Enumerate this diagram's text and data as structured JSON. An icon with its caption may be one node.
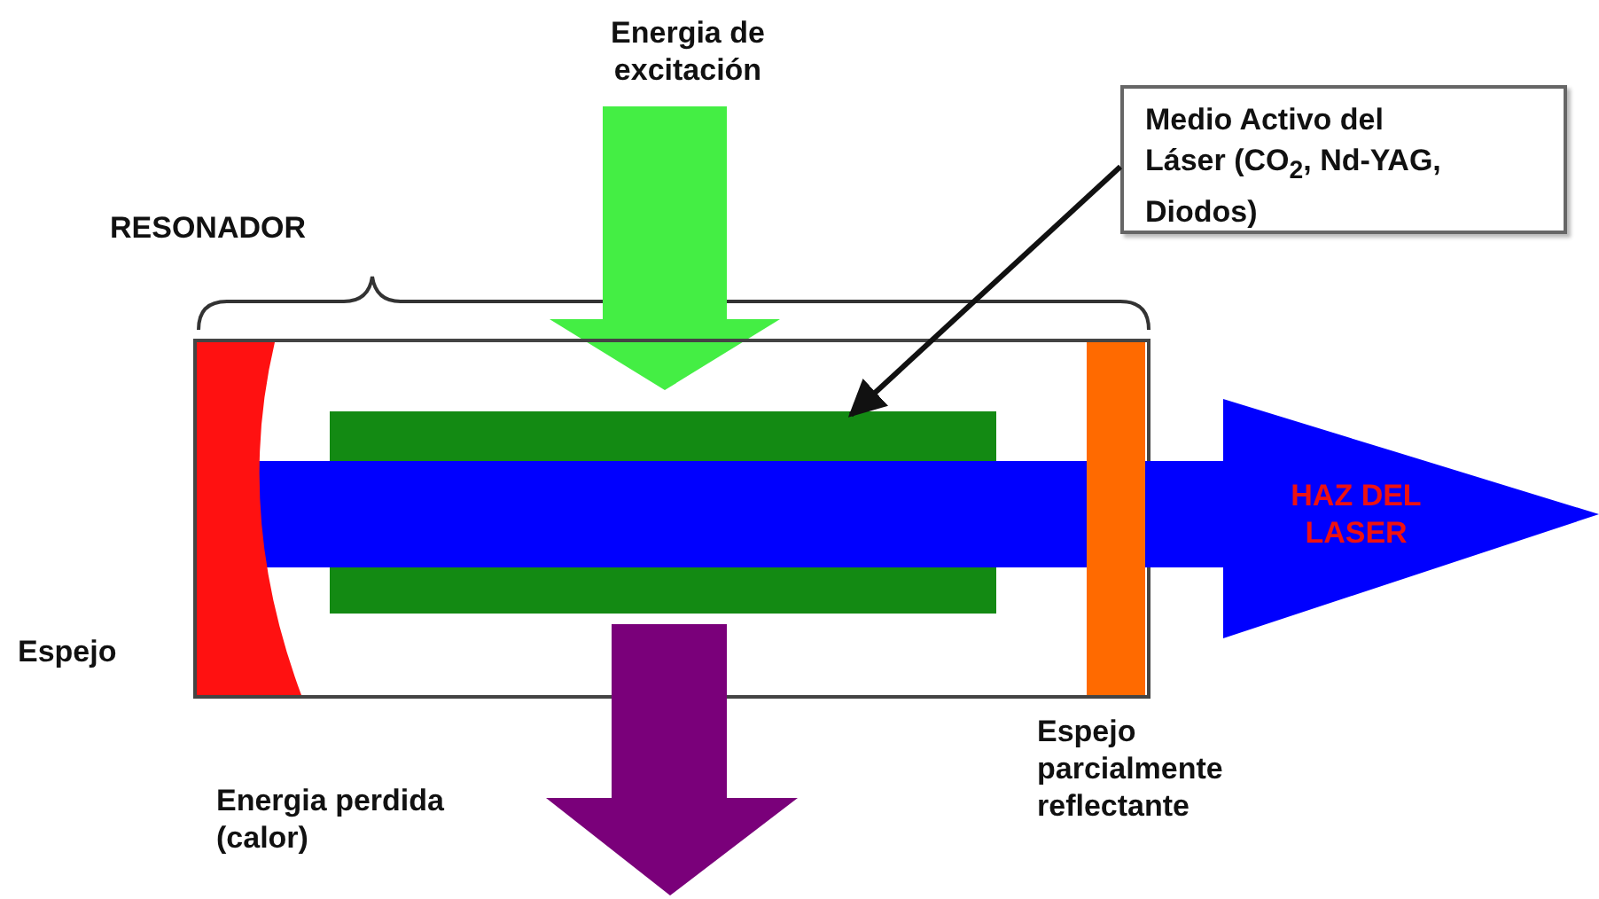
{
  "diagram": {
    "nodes": [
      {
        "text": [
          "Medio Activo del Láser (CO$_{2}$, Nd-YAG, Diodos)"
        ]
      },
      {
        "text": [],
        "shape": "bar"
      },
      {
        "text": [
          "HAZ DEL LASER"
        ]
      }
    ],
    "edges": [
      {
        "from": 0,
        "to": 1,
        "arrow": "to"
      }
    ],
    "labels": [
      "Energia de excitación",
      "RESONADOR",
      "Espejo",
      "Energia perdida (calor)",
      "Espejo parcialmente reflectante"
    ]
  }
}
